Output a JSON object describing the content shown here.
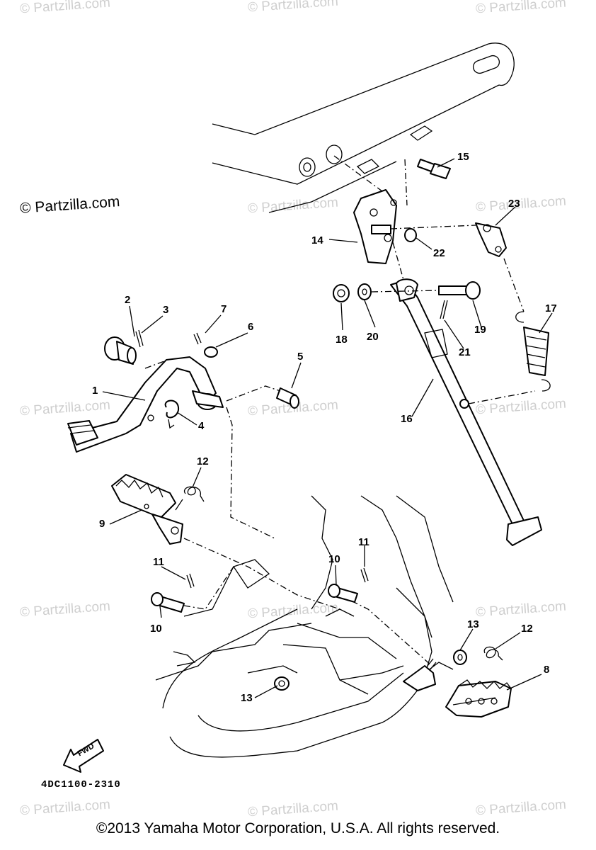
{
  "watermarks": [
    "© Partzilla.com",
    "© Partzilla.com",
    "© Partzilla.com",
    "© Partzilla.com",
    "© Partzilla.com",
    "© Partzilla.com",
    "© Partzilla.com",
    "© Partzilla.com",
    "© Partzilla.com",
    "© Partzilla.com",
    "© Partzilla.com",
    "© Partzilla.com",
    "© Partzilla.com"
  ],
  "watermark_main": "© Partzilla.com",
  "callouts": {
    "n1": "1",
    "n2": "2",
    "n3": "3",
    "n4": "4",
    "n5": "5",
    "n6": "6",
    "n7": "7",
    "n8": "8",
    "n9": "9",
    "n10a": "10",
    "n10b": "10",
    "n11a": "11",
    "n11b": "11",
    "n12a": "12",
    "n12b": "12",
    "n13a": "13",
    "n13b": "13",
    "n14": "14",
    "n15": "15",
    "n16": "16",
    "n17": "17",
    "n18": "18",
    "n19": "19",
    "n20": "20",
    "n21": "21",
    "n22": "22",
    "n23": "23"
  },
  "fwd_label": "FWD",
  "diagram_code": "4DC1100-2310",
  "copyright": "©2013 Yamaha Motor Corporation, U.S.A. All rights reserved."
}
